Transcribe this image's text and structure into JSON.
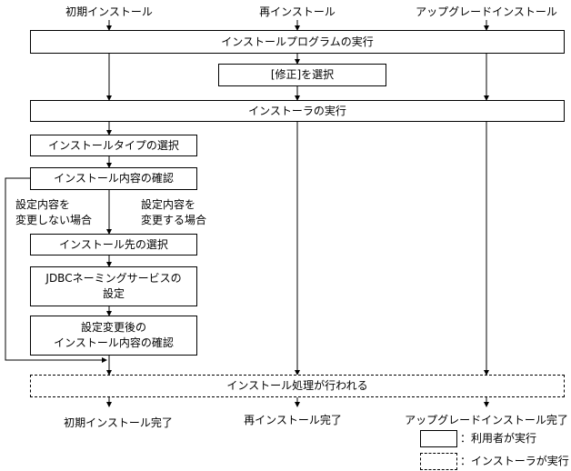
{
  "columns": {
    "initial": "初期インストール",
    "reinstall": "再インストール",
    "upgrade": "アップグレードインストール"
  },
  "steps": {
    "run_installer_program": "インストールプログラムの実行",
    "select_modify": "[修正]を選択",
    "run_installer": "インストーラの実行",
    "select_install_type": "インストールタイプの選択",
    "confirm_install_content": "インストール内容の確認",
    "select_install_destination": "インストール先の選択",
    "jdbc_naming_service": "JDBCネーミングサービスの\n設定",
    "confirm_after_change": "設定変更後の\nインストール内容の確認",
    "install_processing": "インストール処理が行われる"
  },
  "branches": {
    "no_change": "設定内容を\n変更しない場合",
    "change": "設定内容を\n変更する場合"
  },
  "results": {
    "initial_done": "初期インストール完了",
    "reinstall_done": "再インストール完了",
    "upgrade_done": "アップグレードインストール完了"
  },
  "legend": {
    "user_executes": "：利用者が実行",
    "installer_executes": "：インストーラが実行"
  }
}
